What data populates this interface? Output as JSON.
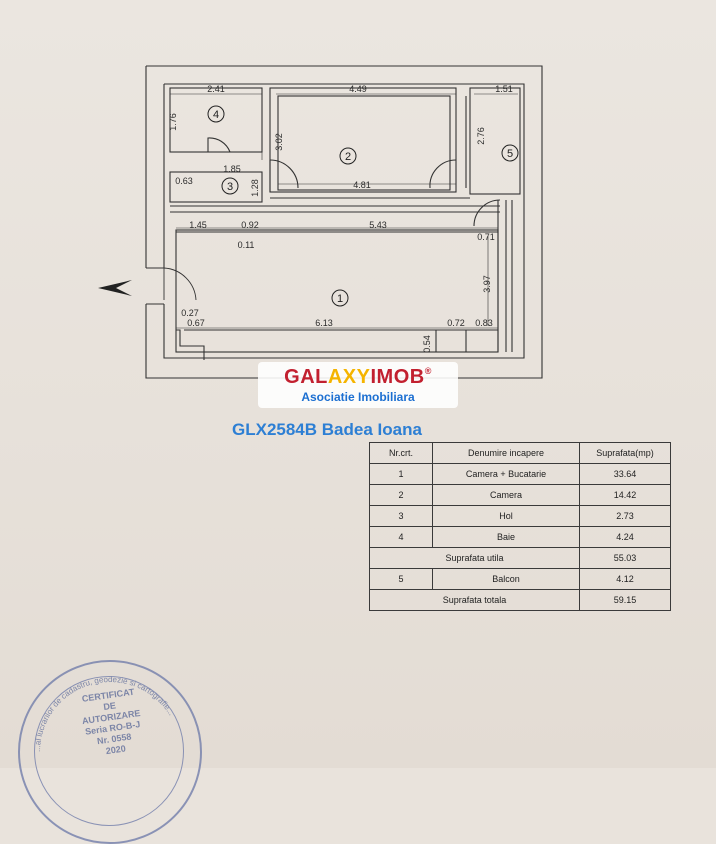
{
  "plan": {
    "dimensions": {
      "d241": "2.41",
      "d449": "4.49",
      "d151": "1.51",
      "d176": "1.76",
      "d302": "3.02",
      "d276": "2.76",
      "d185": "1.85",
      "d063": "0.63",
      "d128": "1.28",
      "d481": "4.81",
      "d145": "1.45",
      "d092": "0.92",
      "d543": "5.43",
      "d011": "0.11",
      "d071": "0.71",
      "d397": "3.97",
      "d027": "0.27",
      "d067": "0.67",
      "d613": "6.13",
      "d072": "0.72",
      "d083": "0.83",
      "d054": "0.54"
    },
    "room_numbers": {
      "r1": "1",
      "r2": "2",
      "r3": "3",
      "r4": "4",
      "r5": "5"
    }
  },
  "logo": {
    "brand_red_1": "GAL",
    "brand_yellow": "AXY",
    "brand_red_2": "IMOB",
    "registered": "®",
    "subtitle": "Asociatie Imobiliara"
  },
  "listing": {
    "title": "GLX2584B Badea Ioana"
  },
  "rooms_table": {
    "headers": [
      "Nr.crt.",
      "Denumire incapere",
      "Suprafata(mp)"
    ],
    "rows": [
      {
        "nr": "1",
        "name": "Camera + Bucatarie",
        "area": "33.64"
      },
      {
        "nr": "2",
        "name": "Camera",
        "area": "14.42"
      },
      {
        "nr": "3",
        "name": "Hol",
        "area": "2.73"
      },
      {
        "nr": "4",
        "name": "Baie",
        "area": "4.24"
      }
    ],
    "useful_label": "Suprafata utila",
    "useful_value": "55.03",
    "balcony": {
      "nr": "5",
      "name": "Balcon",
      "area": "4.12"
    },
    "total_label": "Suprafata totala",
    "total_value": "59.15"
  },
  "stamp": {
    "line1": "CERTIFICAT",
    "line2": "DE",
    "line3": "AUTORIZARE",
    "line4": "Seria RO-B-J",
    "line5": "Nr. 0558",
    "line6": "2020",
    "ring_text": "...al lucrarilor de cadastru, geodezie si cartografie..."
  },
  "colors": {
    "logo_red": "#c2202f",
    "logo_yellow": "#f5b400",
    "logo_blue": "#1c6fd1",
    "title_blue": "#2d7fd4",
    "stamp_blue": "#6b78a8"
  }
}
